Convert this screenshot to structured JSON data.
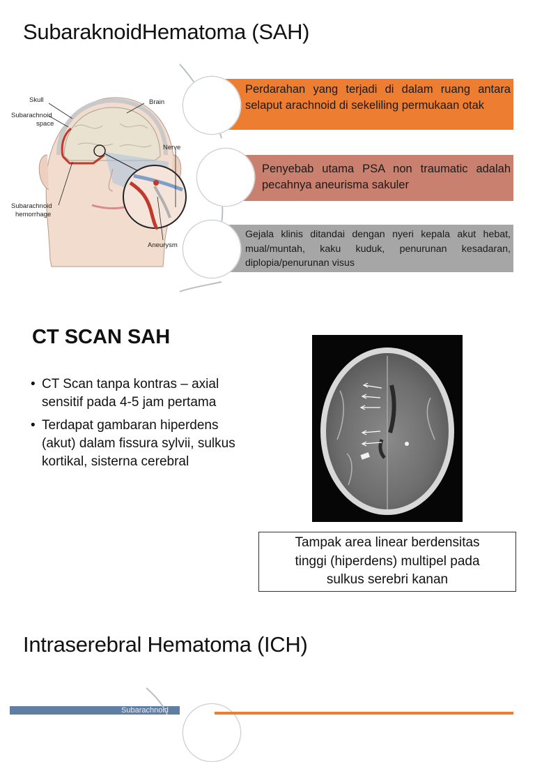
{
  "sah_section": {
    "title": "SubaraknoidHematoma (SAH)",
    "boxes": [
      "Perdarahan yang terjadi di dalam ruang antara selaput arachnoid di sekeliling permukaan otak",
      "Penyebab utama PSA non traumatic adalah pecahnya aneurisma sakuler",
      "Gejala klinis ditandai dengan nyeri kepala akut hebat, mual/muntah, kaku kuduk, penurunan kesadaran, diplopia/penurunan visus"
    ],
    "illustration_labels": {
      "skull": "Skull",
      "brain": "Brain",
      "subarachnoid_space_1": "Subarachnoid",
      "subarachnoid_space_2": "space",
      "nerve": "Nerve",
      "subarachnoid_hemorrhage_1": "Subarachnoid",
      "subarachnoid_hemorrhage_2": "hemorrhage",
      "aneurysm": "Aneurysm"
    }
  },
  "ct_section": {
    "title": "CT SCAN SAH",
    "bullets": [
      [
        "CT Scan tanpa kontras – axial",
        "sensitif pada 4-5 jam pertama"
      ],
      [
        "Terdapat gambaran hiperdens",
        "(akut) dalam fissura sylvii, sulkus",
        "kortikal, sisterna cerebral"
      ]
    ],
    "caption": [
      "Tampak area linear berdensitas",
      "tinggi (hiperdens) multipel pada",
      "sulkus serebri kanan"
    ]
  },
  "ich_section": {
    "title": "Intraserebral Hematoma (ICH)",
    "image_label": "Subarachnoid"
  },
  "colors": {
    "orange": "#ed7d31",
    "rose": "#c9806f",
    "gray": "#a6a6a6"
  }
}
